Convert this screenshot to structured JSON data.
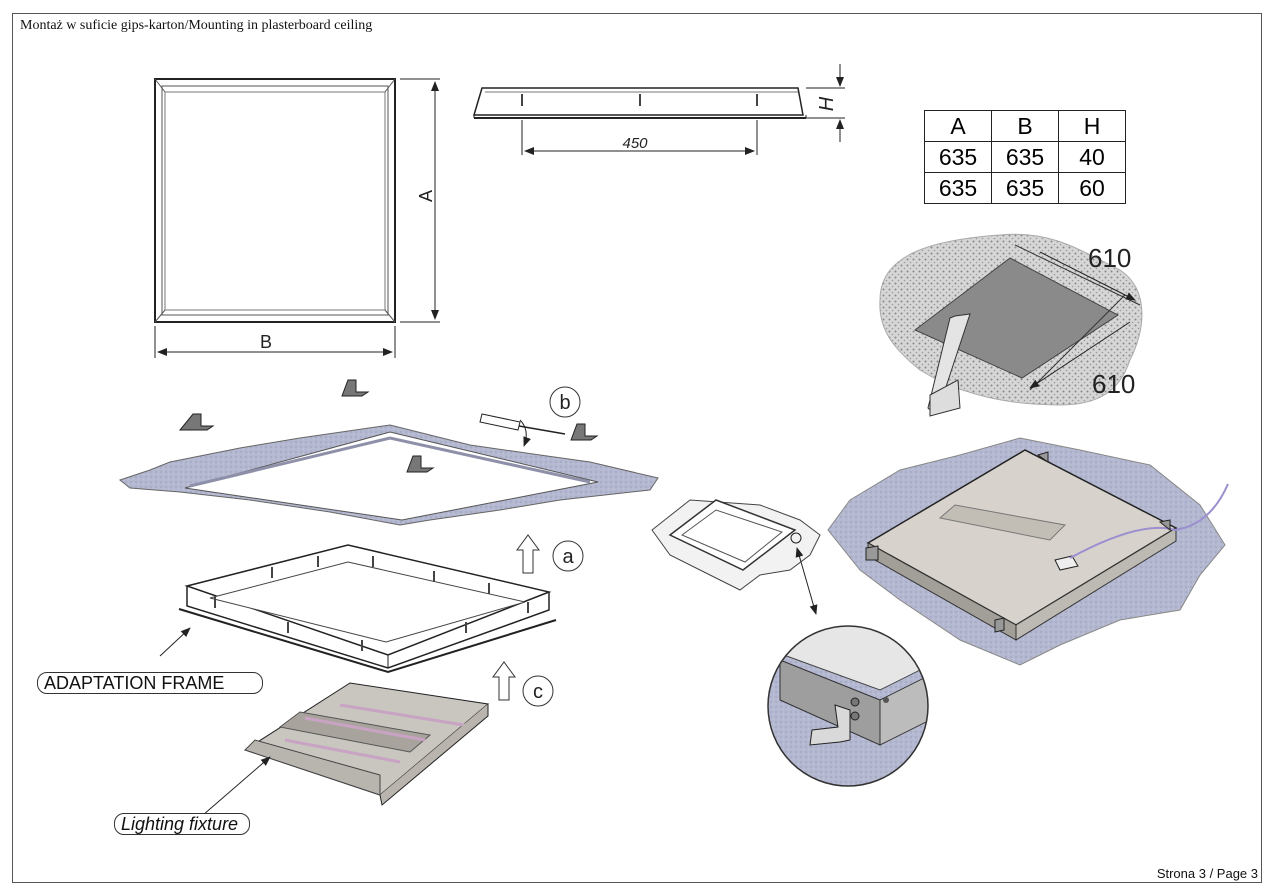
{
  "title": "Montaż w suficie gips-karton/Mounting in plasterboard ceiling",
  "footer": "Strona 3 / Page 3",
  "dimensions": {
    "label_A": "A",
    "label_B": "B",
    "label_H": "H",
    "side_width": "450",
    "cutout_1": "610",
    "cutout_2": "610"
  },
  "table": {
    "headers": [
      "A",
      "B",
      "H"
    ],
    "rows": [
      [
        "635",
        "635",
        "40"
      ],
      [
        "635",
        "635",
        "60"
      ]
    ]
  },
  "steps": {
    "a": "a",
    "b": "b",
    "c": "c"
  },
  "callouts": {
    "adaptation_frame": "ADAPTATION FRAME",
    "lighting_fixture": "Lighting fixture"
  },
  "colors": {
    "ceiling": "#a9aec8",
    "frame_line": "#333333",
    "fixture": "#c9c6c0",
    "cutout": "#8a8a8a",
    "cable": "#9c8fd0"
  }
}
